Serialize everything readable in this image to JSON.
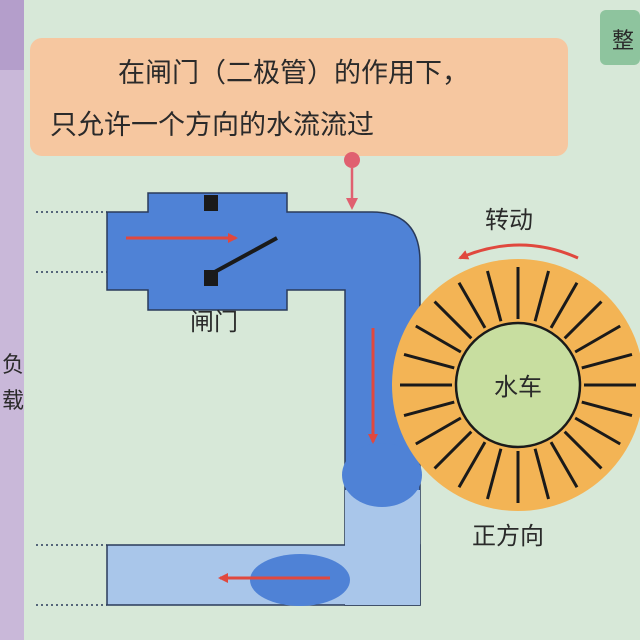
{
  "callout": {
    "line1": "在闸门（二极管）的作用下，",
    "line2": "只允许一个方向的水流流过"
  },
  "labels": {
    "gate": "闸门",
    "rotation": "转动",
    "waterwheel": "水车",
    "direction": "正方向",
    "left_edge_fragment_1": "负",
    "left_edge_fragment_2": "载",
    "corner_fragment": "整"
  },
  "colors": {
    "background": "#d7e8d8",
    "pipe": "#4f82d6",
    "pipe_light": "#a9c6ea",
    "callout_bg": "#f6c7a0",
    "wheel_rim": "#f3b455",
    "wheel_hub": "#c8dea0",
    "arrow_red": "#e0483e",
    "left_bar": "#c9b8d9",
    "corner_tab": "#8ec49e"
  }
}
